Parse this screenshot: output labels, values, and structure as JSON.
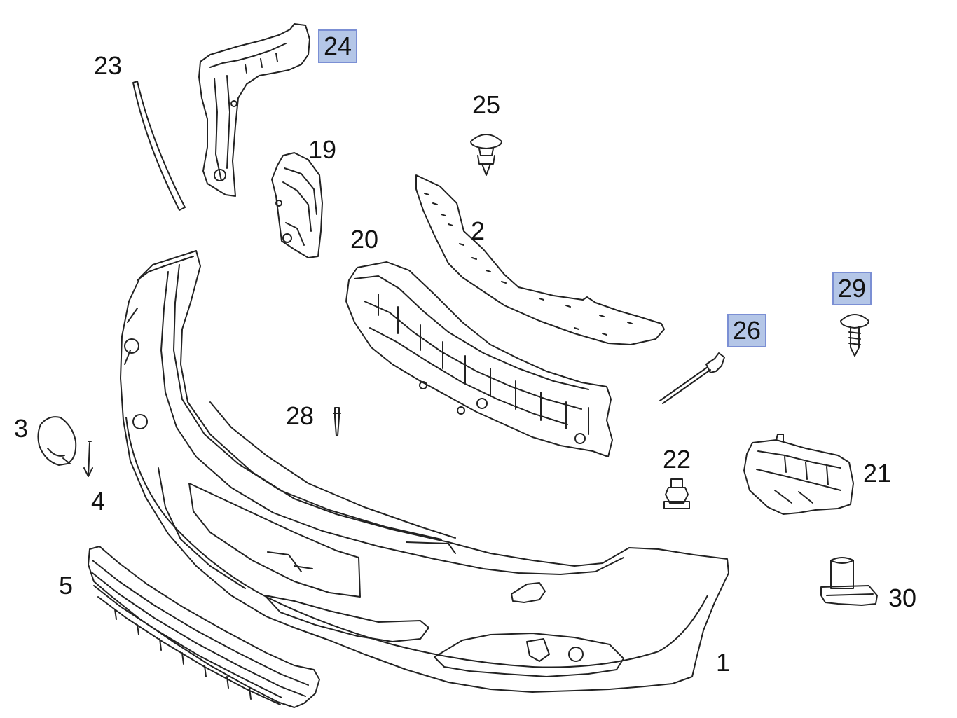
{
  "diagram": {
    "callouts": [
      {
        "id": "1",
        "label": "1",
        "highlighted": false
      },
      {
        "id": "2",
        "label": "2",
        "highlighted": false
      },
      {
        "id": "3",
        "label": "3",
        "highlighted": false
      },
      {
        "id": "4",
        "label": "4",
        "highlighted": false
      },
      {
        "id": "5",
        "label": "5",
        "highlighted": false
      },
      {
        "id": "19",
        "label": "19",
        "highlighted": false
      },
      {
        "id": "20",
        "label": "20",
        "highlighted": false
      },
      {
        "id": "21",
        "label": "21",
        "highlighted": false
      },
      {
        "id": "22",
        "label": "22",
        "highlighted": false
      },
      {
        "id": "23",
        "label": "23",
        "highlighted": false
      },
      {
        "id": "24",
        "label": "24",
        "highlighted": true
      },
      {
        "id": "25",
        "label": "25",
        "highlighted": false
      },
      {
        "id": "26",
        "label": "26",
        "highlighted": true
      },
      {
        "id": "28",
        "label": "28",
        "highlighted": false
      },
      {
        "id": "29",
        "label": "29",
        "highlighted": true
      },
      {
        "id": "30",
        "label": "30",
        "highlighted": false
      }
    ],
    "colors": {
      "line": "#222222",
      "highlight_fill": "#b4c6e7",
      "highlight_border": "#7b8fd4",
      "background": "#ffffff"
    }
  }
}
